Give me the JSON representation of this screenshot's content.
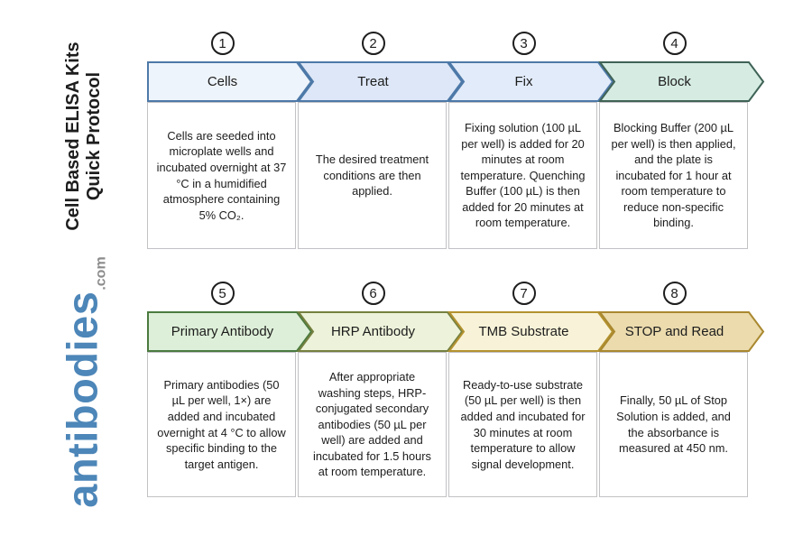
{
  "branding": {
    "title_line1": "Cell Based ELISA Kits",
    "title_line2": "Quick Protocol",
    "logo_text": "antibodies",
    "logo_suffix": ".com",
    "logo_color": "#4d86b8",
    "logo_suffix_color": "#8c8c8c"
  },
  "steps": [
    {
      "number": "1",
      "label": "Cells",
      "description": "Cells are seeded into microplate wells and incubated overnight at 37 °C in a humidified atmosphere containing 5% CO₂.",
      "fill": "#eef4fb",
      "border": "#4d79a8"
    },
    {
      "number": "2",
      "label": "Treat",
      "description": "The desired treatment conditions are then applied.",
      "fill": "#dde7f7",
      "border": "#4d79a8"
    },
    {
      "number": "3",
      "label": "Fix",
      "description": "Fixing solution (100 µL per well) is added for 20 minutes at room temperature. Quenching Buffer (100 µL) is then added for 20 minutes at room temperature.",
      "fill": "#e2ebf9",
      "border": "#4d79a8"
    },
    {
      "number": "4",
      "label": "Block",
      "description": "Blocking Buffer (200 µL per well) is then applied, and the plate is incubated for 1 hour at room temperature to reduce non-specific binding.",
      "fill": "#d6ece3",
      "border": "#3f6356"
    },
    {
      "number": "5",
      "label": "Primary Antibody",
      "description": "Primary antibodies (50 µL per well, 1×) are added and incubated overnight at 4 °C to allow specific binding to the target antigen.",
      "fill": "#ddefd8",
      "border": "#4a7a3e"
    },
    {
      "number": "6",
      "label": "HRP Antibody",
      "description": "After appropriate washing steps, HRP-conjugated secondary antibodies (50 µL per well) are added and incubated for 1.5 hours at room temperature.",
      "fill": "#edf3da",
      "border": "#75803f"
    },
    {
      "number": "7",
      "label": "TMB Substrate",
      "description": "Ready-to-use substrate (50 µL per well) is then added and incubated for 30 minutes at room temperature to allow signal development.",
      "fill": "#f8f3d8",
      "border": "#b3922f"
    },
    {
      "number": "8",
      "label": "STOP and Read",
      "description": "Finally, 50 µL of Stop Solution is added, and the absorbance is measured at 450 nm.",
      "fill": "#ebdbad",
      "border": "#a9882f"
    }
  ]
}
